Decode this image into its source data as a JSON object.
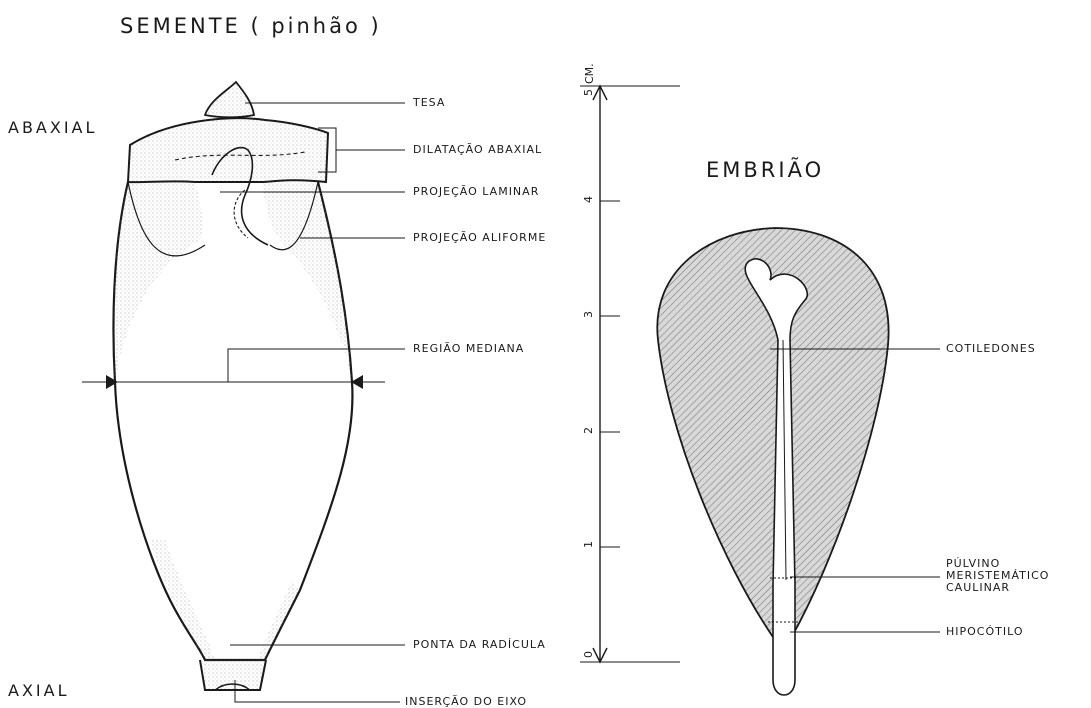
{
  "title": "SEMENTE ( pinhão )",
  "embryo_title": "EMBRIÃO",
  "orientation": {
    "top": "ABAXIAL",
    "bottom": "AXIAL"
  },
  "scale": {
    "unit": "CM.",
    "ticks": [
      "0",
      "1",
      "2",
      "3",
      "4",
      "5"
    ]
  },
  "seed_labels": {
    "tesa": "TESA",
    "dilatacao": "DILATAÇÃO ABAXIAL",
    "laminar": "PROJEÇÃO LAMINAR",
    "aliforme": "PROJEÇÃO ALIFORME",
    "mediana": "REGIÃO MEDIANA",
    "radicula": "PONTA DA RADÍCULA",
    "insercao": "INSERÇÃO DO EIXO"
  },
  "embryo_labels": {
    "cotiledones": "COTILEDONES",
    "pulvino_1": "PÚLVINO",
    "pulvino_2": "MERISTEMÁTICO",
    "pulvino_3": "CAULINAR",
    "hipocotilo": "HIPOCÓTILO"
  },
  "colors": {
    "ink": "#1a1a1a",
    "seed_shade": "#c9c9c9",
    "embryo_fill": "#bdbdbd"
  }
}
